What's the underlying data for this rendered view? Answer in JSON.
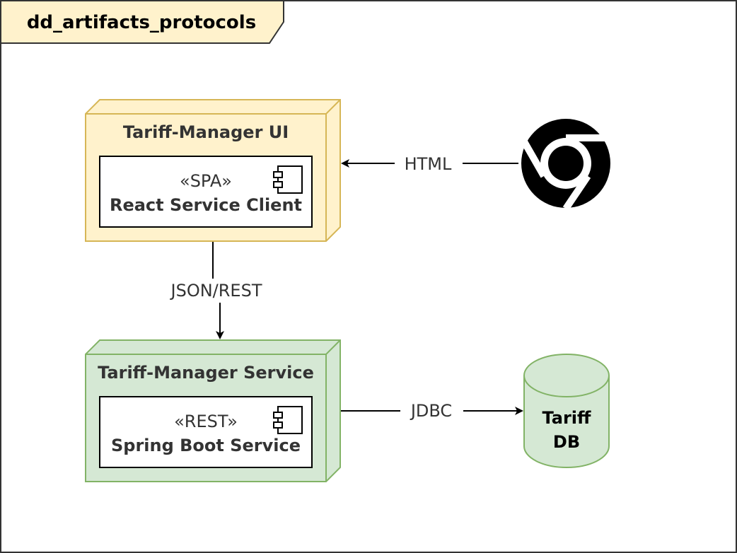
{
  "frame": {
    "title": "dd_artifacts_protocols"
  },
  "nodes": {
    "ui": {
      "title": "Tariff-Manager UI",
      "component": {
        "stereotype": "«SPA»",
        "name": "React Service Client"
      }
    },
    "service": {
      "title": "Tariff-Manager Service",
      "component": {
        "stereotype": "«REST»",
        "name": "Spring Boot Service"
      }
    },
    "db": {
      "line1": "Tariff",
      "line2": "DB"
    },
    "browser": {
      "icon": "chrome-icon"
    }
  },
  "edges": {
    "html": "HTML",
    "json_rest": "JSON/REST",
    "jdbc": "JDBC"
  },
  "colors": {
    "ui_fill": "#fff2cc",
    "ui_stroke": "#d6b656",
    "service_fill": "#d5e8d4",
    "service_stroke": "#82b366",
    "frame_tab_fill": "#fff2cc"
  }
}
